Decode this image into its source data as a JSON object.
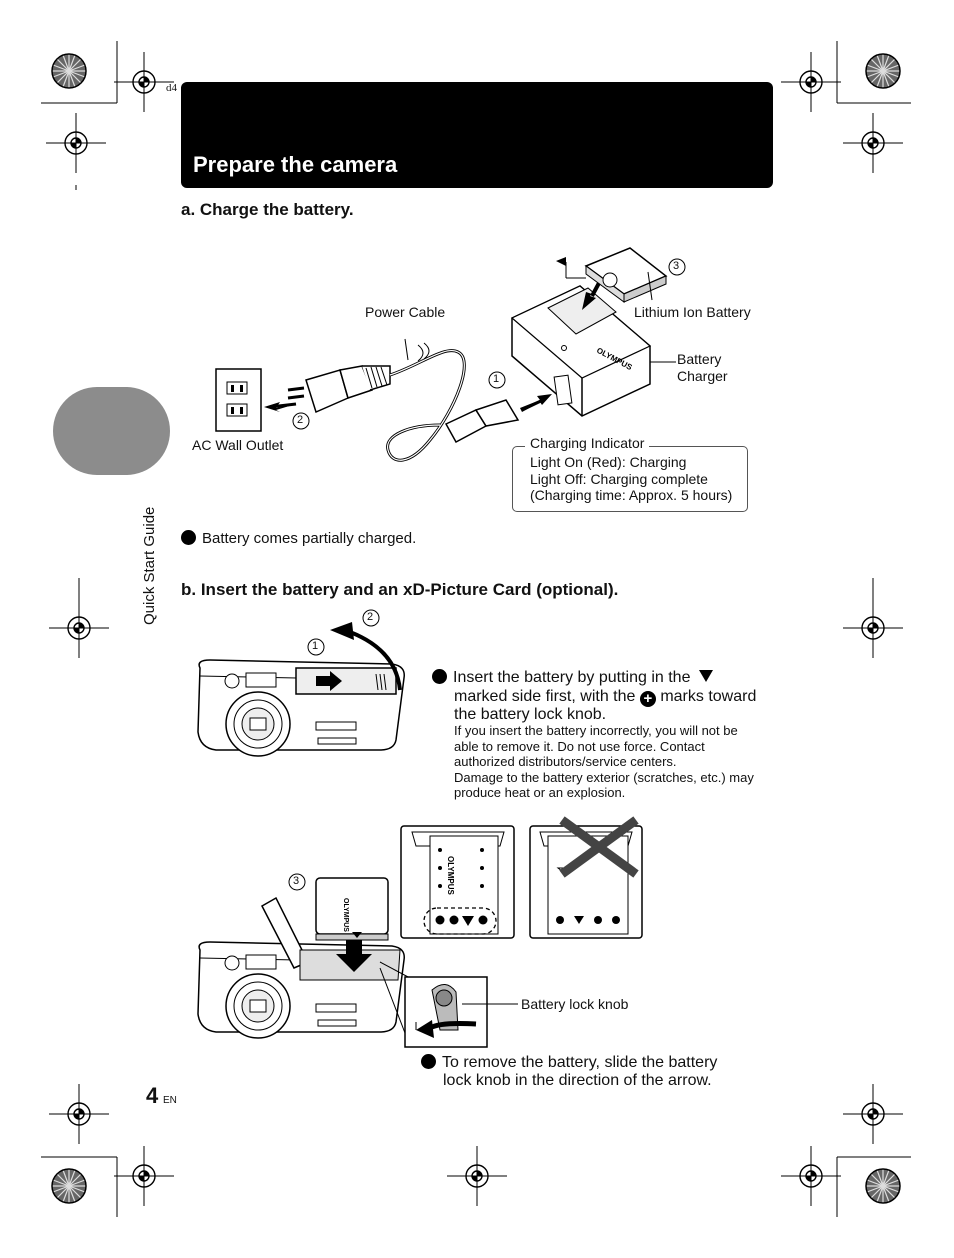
{
  "corner_text": "d4",
  "title": "Prepare the camera",
  "side_tab": "Quick Start Guide",
  "section_a": {
    "heading": "a.  Charge the battery.",
    "labels": {
      "power_cable": "Power Cable",
      "lithium_battery": "Lithium Ion Battery",
      "charger_line1": "Battery",
      "charger_line2": "Charger",
      "wall_outlet": "AC Wall Outlet",
      "step1": "1",
      "step2": "2",
      "step3": "3",
      "brand": "OLYMPUS"
    },
    "indicator": {
      "title": "Charging Indicator",
      "line1": "Light On (Red): Charging",
      "line2": "Light Off: Charging complete",
      "line3": "(Charging time: Approx. 5 hours)"
    },
    "note": "Battery comes partially charged."
  },
  "section_b": {
    "heading": "b.  Insert the battery and an xD-Picture Card (optional).",
    "bullet1_part1": "Insert the battery by putting in the",
    "bullet1_part2": "marked side first, with the",
    "bullet1_part3": "marks toward",
    "bullet1_part4": "the battery lock knob.",
    "warning1": "If you insert the battery incorrectly, you will not be",
    "warning2": "able to remove it. Do not use force. Contact",
    "warning3": "authorized distributors/service centers.",
    "warning4": "Damage to the battery exterior (scratches, etc.) may",
    "warning5": "produce heat or an explosion.",
    "lock_knob_label": "Battery lock knob",
    "remove_line1": "To remove the battery, slide the battery",
    "remove_line2": "lock knob in the direction of the arrow.",
    "step1": "1",
    "step2": "2",
    "step3": "3",
    "brand": "OLYMPUS"
  },
  "page_number": "4",
  "page_lang": "EN",
  "icons": [
    "registration-mark-icon",
    "color-wheel-icon",
    "down-triangle-icon",
    "plus-circle-icon",
    "cross-icon",
    "arrow-icon"
  ]
}
